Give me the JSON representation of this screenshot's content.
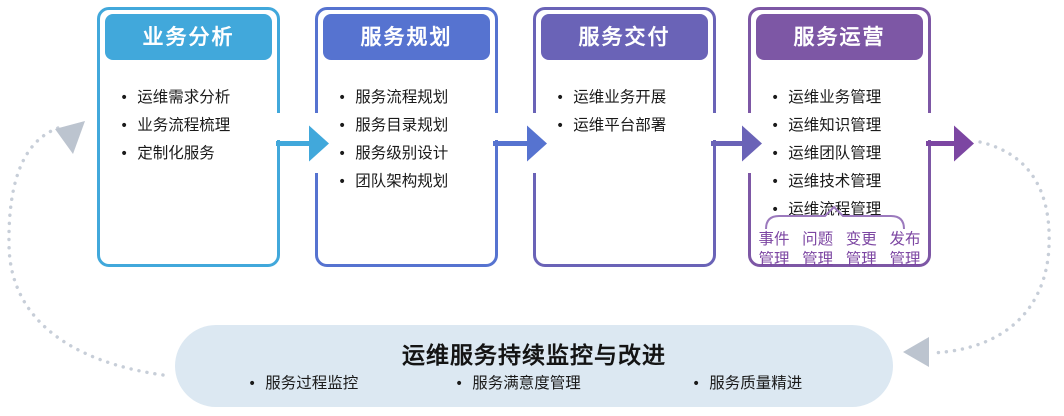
{
  "diagram": {
    "stages": [
      {
        "title": "业务分析",
        "color": "#41A8DB",
        "items": [
          "运维需求分析",
          "业务流程梳理",
          "定制化服务"
        ]
      },
      {
        "title": "服务规划",
        "color": "#5673D0",
        "items": [
          "服务流程规划",
          "服务目录规划",
          "服务级别设计",
          "团队架构规划"
        ]
      },
      {
        "title": "服务交付",
        "color": "#6A63B7",
        "items": [
          "运维业务开展",
          "运维平台部署"
        ]
      },
      {
        "title": "服务运营",
        "color": "#7D57A5",
        "items": [
          "运维业务管理",
          "运维知识管理",
          "运维团队管理",
          "运维技术管理",
          "运维流程管理"
        ],
        "sub_items": [
          "事件管理",
          "问题管理",
          "变更管理",
          "发布管理"
        ]
      }
    ],
    "bottom_banner": {
      "title": "运维服务持续监控与改进",
      "items": [
        "服务过程监控",
        "服务满意度管理",
        "服务质量精进"
      ]
    },
    "colors": {
      "stage1": "#41A8DB",
      "stage2": "#5673D0",
      "stage3": "#6A63B7",
      "stage4": "#7D57A5",
      "final_arrow": "#7C46A2",
      "sub_text": "#7C46A2",
      "brace": "#9B79BD",
      "banner_bg": "#DCE8F2",
      "dotted_arc": "#C7CED8",
      "arc_arrowhead": "#BCC4CF",
      "text": "#1A1A1A",
      "header_text": "#FFFFFF"
    }
  }
}
